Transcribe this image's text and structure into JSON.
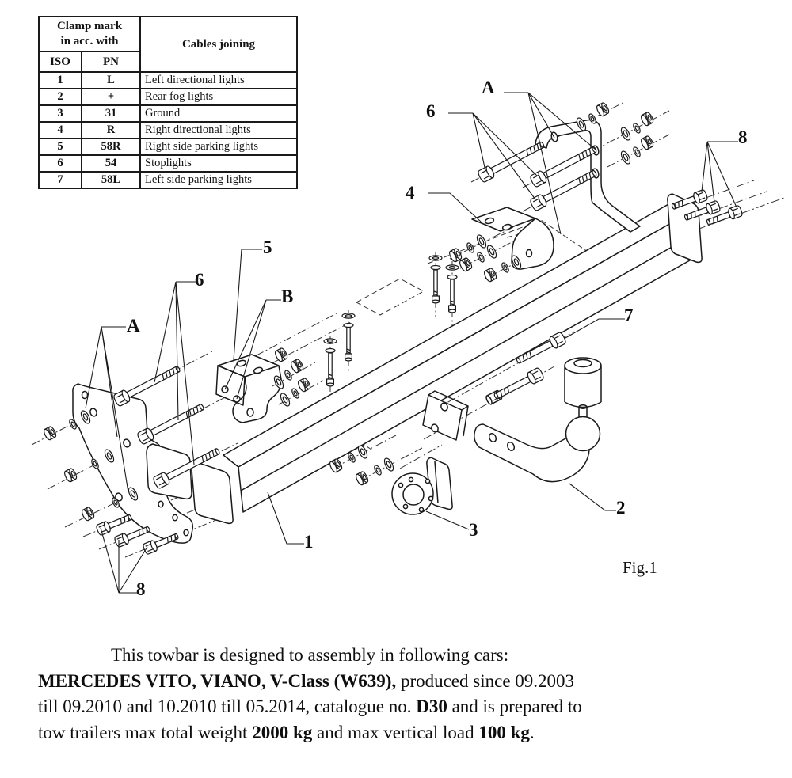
{
  "table": {
    "header_clamp_line1": "Clamp mark",
    "header_clamp_line2": "in acc. with",
    "header_iso": "ISO",
    "header_pn": "PN",
    "header_cables": "Cables joining",
    "rows": [
      {
        "iso": "1",
        "pn": "L",
        "cable": "Left directional lights"
      },
      {
        "iso": "2",
        "pn": "+",
        "cable": "Rear fog lights"
      },
      {
        "iso": "3",
        "pn": "31",
        "cable": "Ground"
      },
      {
        "iso": "4",
        "pn": "R",
        "cable": "Right directional lights"
      },
      {
        "iso": "5",
        "pn": "58R",
        "cable": "Right side parking lights"
      },
      {
        "iso": "6",
        "pn": "54",
        "cable": "Stoplights"
      },
      {
        "iso": "7",
        "pn": "58L",
        "cable": "Left side parking lights"
      }
    ]
  },
  "figure": {
    "caption": "Fig.1",
    "callouts": {
      "a_top": "A",
      "six_top": "6",
      "four": "4",
      "five": "5",
      "six_left": "6",
      "a_left": "A",
      "b": "B",
      "eight_right": "8",
      "seven": "7",
      "one": "1",
      "two": "2",
      "three": "3",
      "eight_left": "8"
    },
    "line_color": "#1a1a1a"
  },
  "description": {
    "line1": "This towbar is designed to assembly in following cars:",
    "line2_bold": "MERCEDES VITO, VIANO, V-Class (W639),",
    "line2_rest": " produced since 09.2003",
    "line3_a": "till 09.2010 and 10.2010 till 05.2014, catalogue no. ",
    "line3_bold": "D30",
    "line3_b": " and is prepared to",
    "line4_a": "tow trailers max total weight ",
    "line4_bold1": "2000 kg",
    "line4_b": " and max vertical load ",
    "line4_bold2": "100 kg",
    "line4_c": "."
  }
}
